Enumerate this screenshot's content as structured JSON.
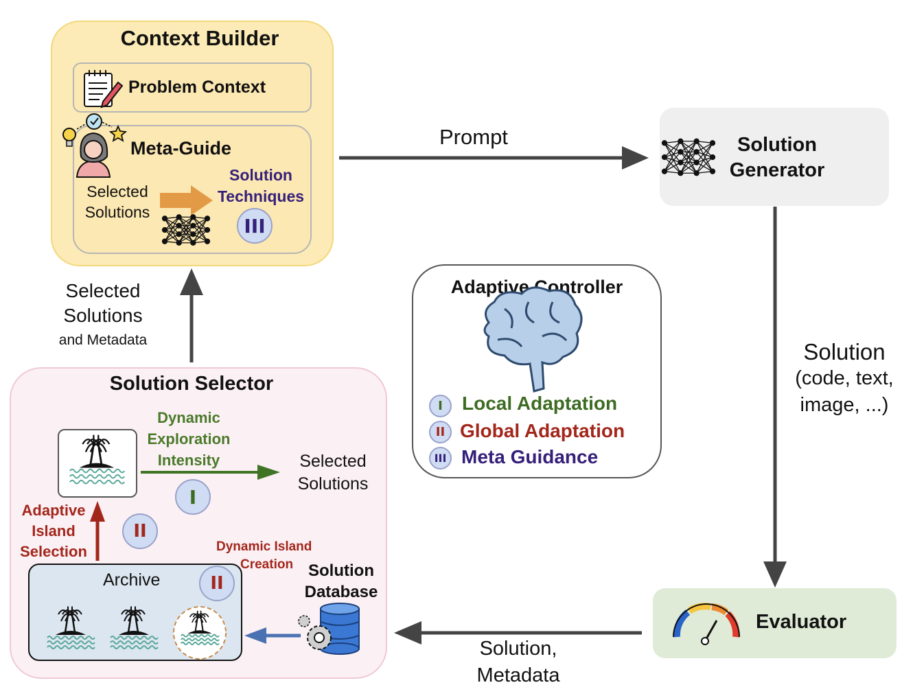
{
  "context_builder": {
    "title": "Context Builder",
    "problem_context": "Problem Context",
    "meta_guide": "Meta-Guide",
    "selected_solutions": [
      "Selected",
      "Solutions"
    ],
    "solution_techniques": [
      "Solution",
      "Techniques"
    ],
    "badge": "III"
  },
  "prompt_label": "Prompt",
  "solution_generator": {
    "title": [
      "Solution",
      "Generator"
    ]
  },
  "solution_flow_label": [
    "Solution",
    "(code, text,",
    "image, ...)"
  ],
  "evaluator": {
    "title": "Evaluator"
  },
  "return_label": [
    "Solution,",
    "Metadata"
  ],
  "up_label": [
    "Selected",
    "Solutions",
    "and Metadata"
  ],
  "adaptive_controller": {
    "title": "Adaptive Controller",
    "items": [
      {
        "badge": "I",
        "label": "Local Adaptation"
      },
      {
        "badge": "II",
        "label": "Global Adaptation"
      },
      {
        "badge": "III",
        "label": "Meta Guidance"
      }
    ]
  },
  "solution_selector": {
    "title": "Solution Selector",
    "dynamic_exploration": [
      "Dynamic",
      "Exploration",
      "Intensity"
    ],
    "selected_solutions": [
      "Selected",
      "Solutions"
    ],
    "adaptive_island": [
      "Adaptive",
      "Island",
      "Selection"
    ],
    "dynamic_island_creation": [
      "Dynamic Island",
      "Creation"
    ],
    "solution_database": [
      "Solution",
      "Database"
    ],
    "archive": "Archive",
    "badge_i": "I",
    "badge_ii_a": "II",
    "badge_ii_b": "II"
  },
  "colors": {
    "green": "#3d6b22",
    "red": "#a3261b",
    "purple": "#35207a",
    "arrow_gray": "#444444",
    "orange_arrow": "#e39a46",
    "blue_arrow": "#4a72b2"
  }
}
